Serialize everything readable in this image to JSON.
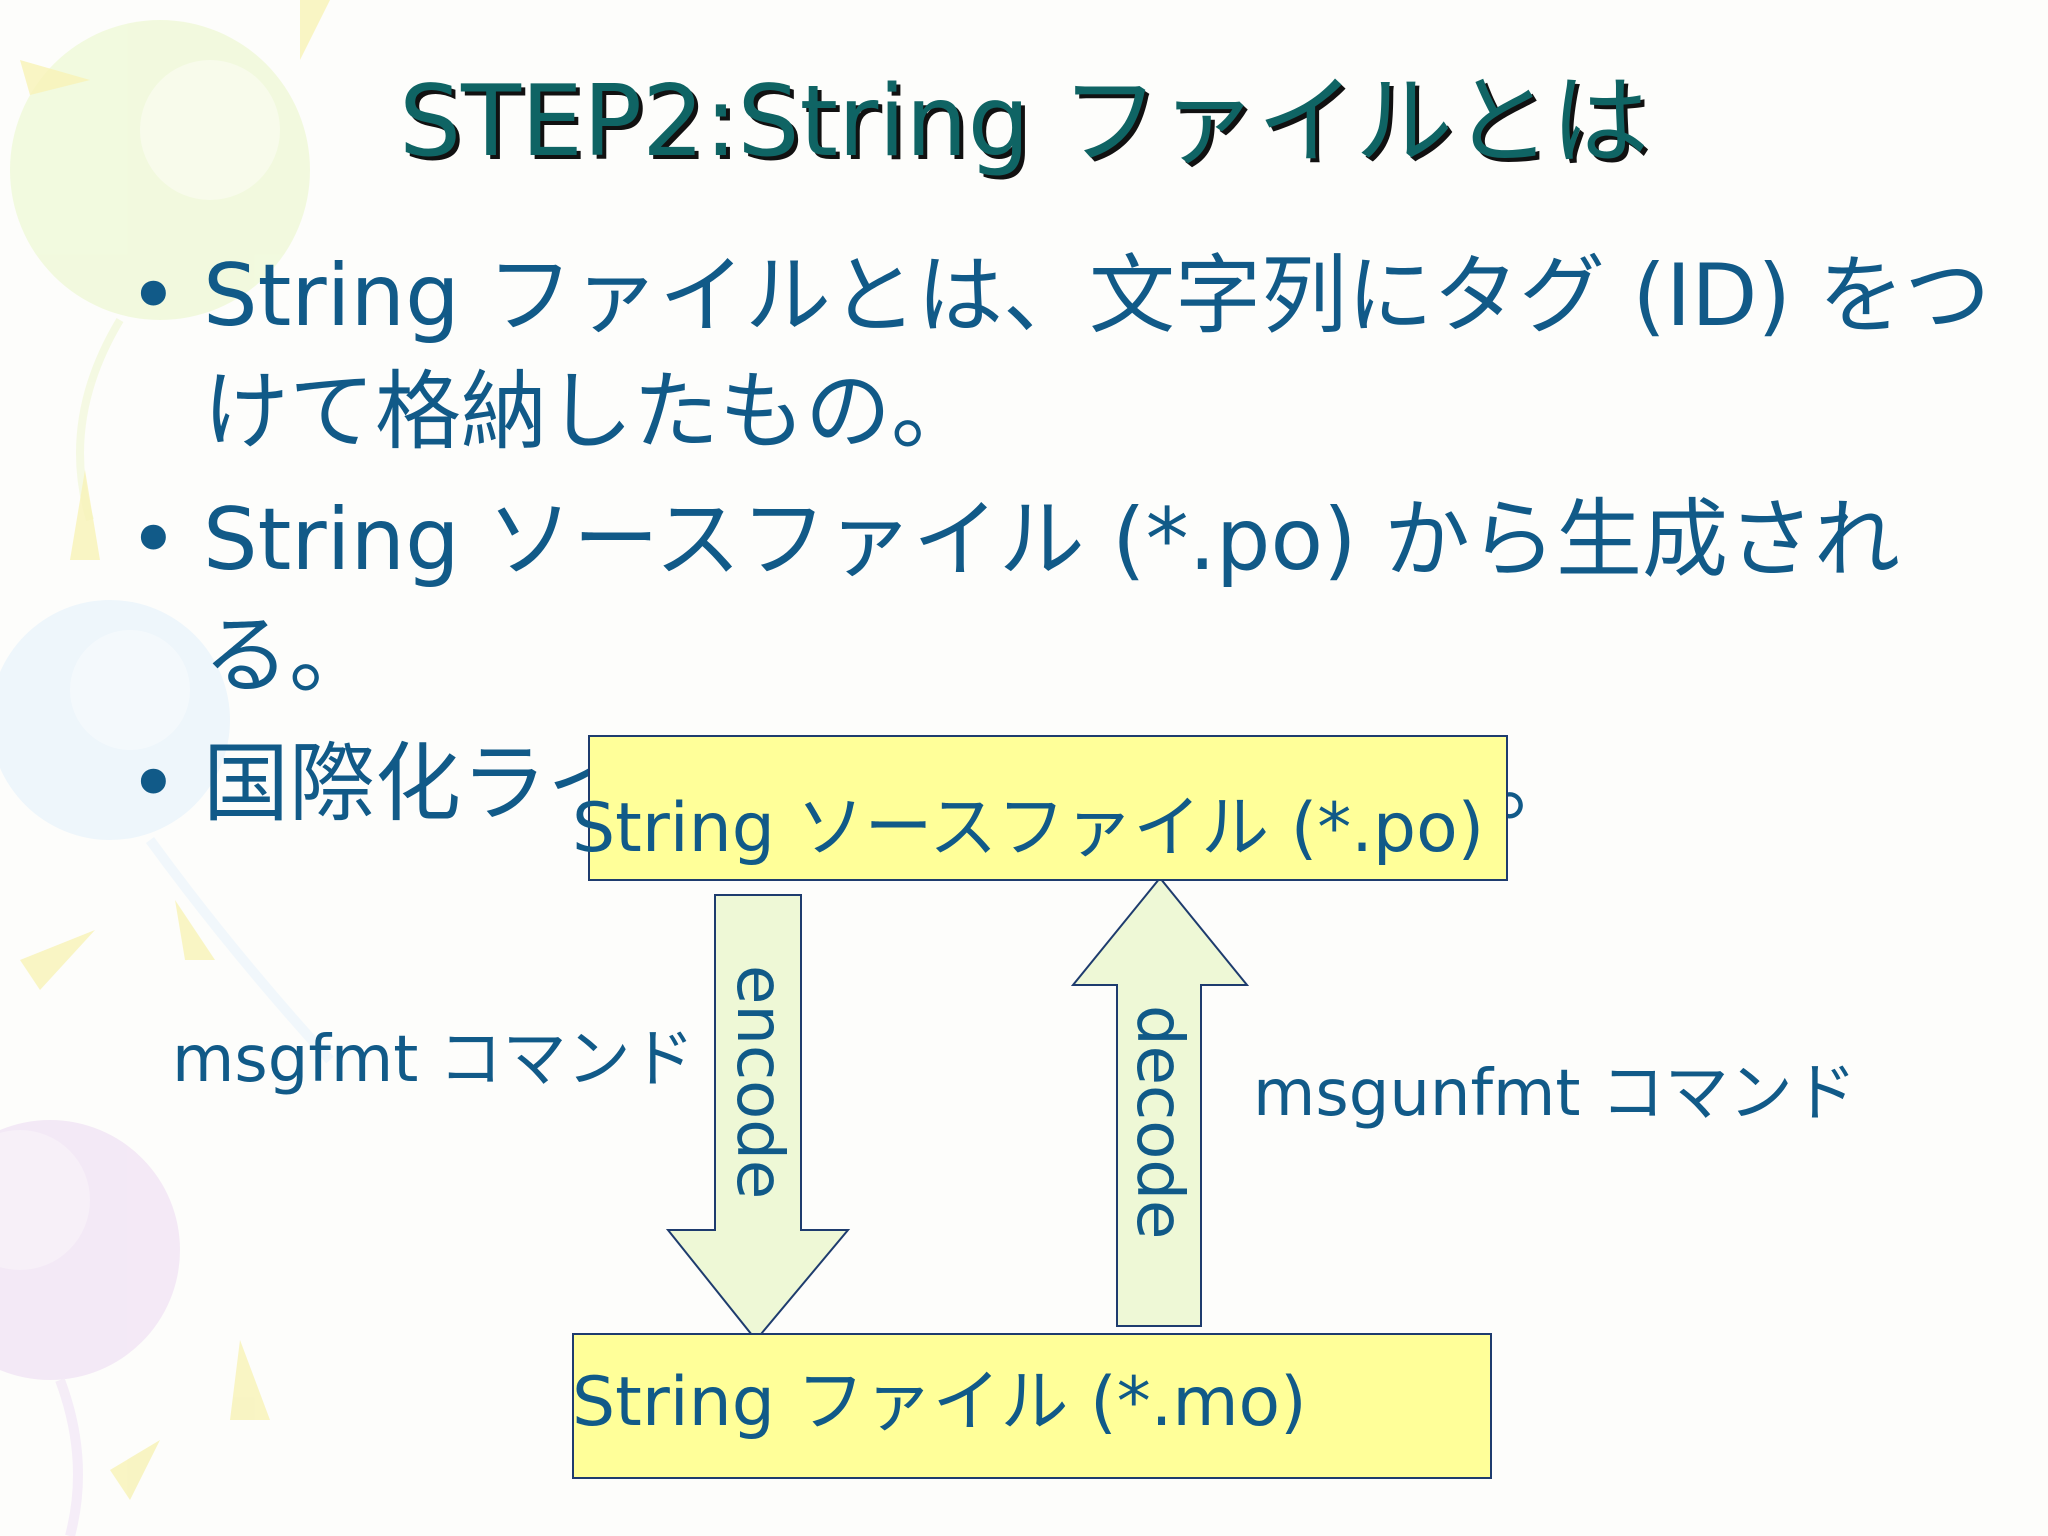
{
  "title": "STEP2:String ファイルとは",
  "bullets": [
    "String ファイルとは、文字列にタグ (ID) をつけて格納したもの。",
    "String ソースファイル (*.po) から生成される。",
    "国際化ライブラリにて使用される。"
  ],
  "bullet_char": "•",
  "diagram": {
    "source_box": "String ソースファイル (*.po)",
    "target_box": "String ファイル (*.mo)",
    "encode_label": "encode",
    "decode_label": "decode",
    "encode_command": "msgfmt コマンド",
    "decode_command": "msgunfmt コマンド"
  },
  "colors": {
    "title": "#0f6464",
    "text": "#115a88",
    "box_fill": "#ffff99",
    "arrow_fill": "#eef8d6"
  }
}
